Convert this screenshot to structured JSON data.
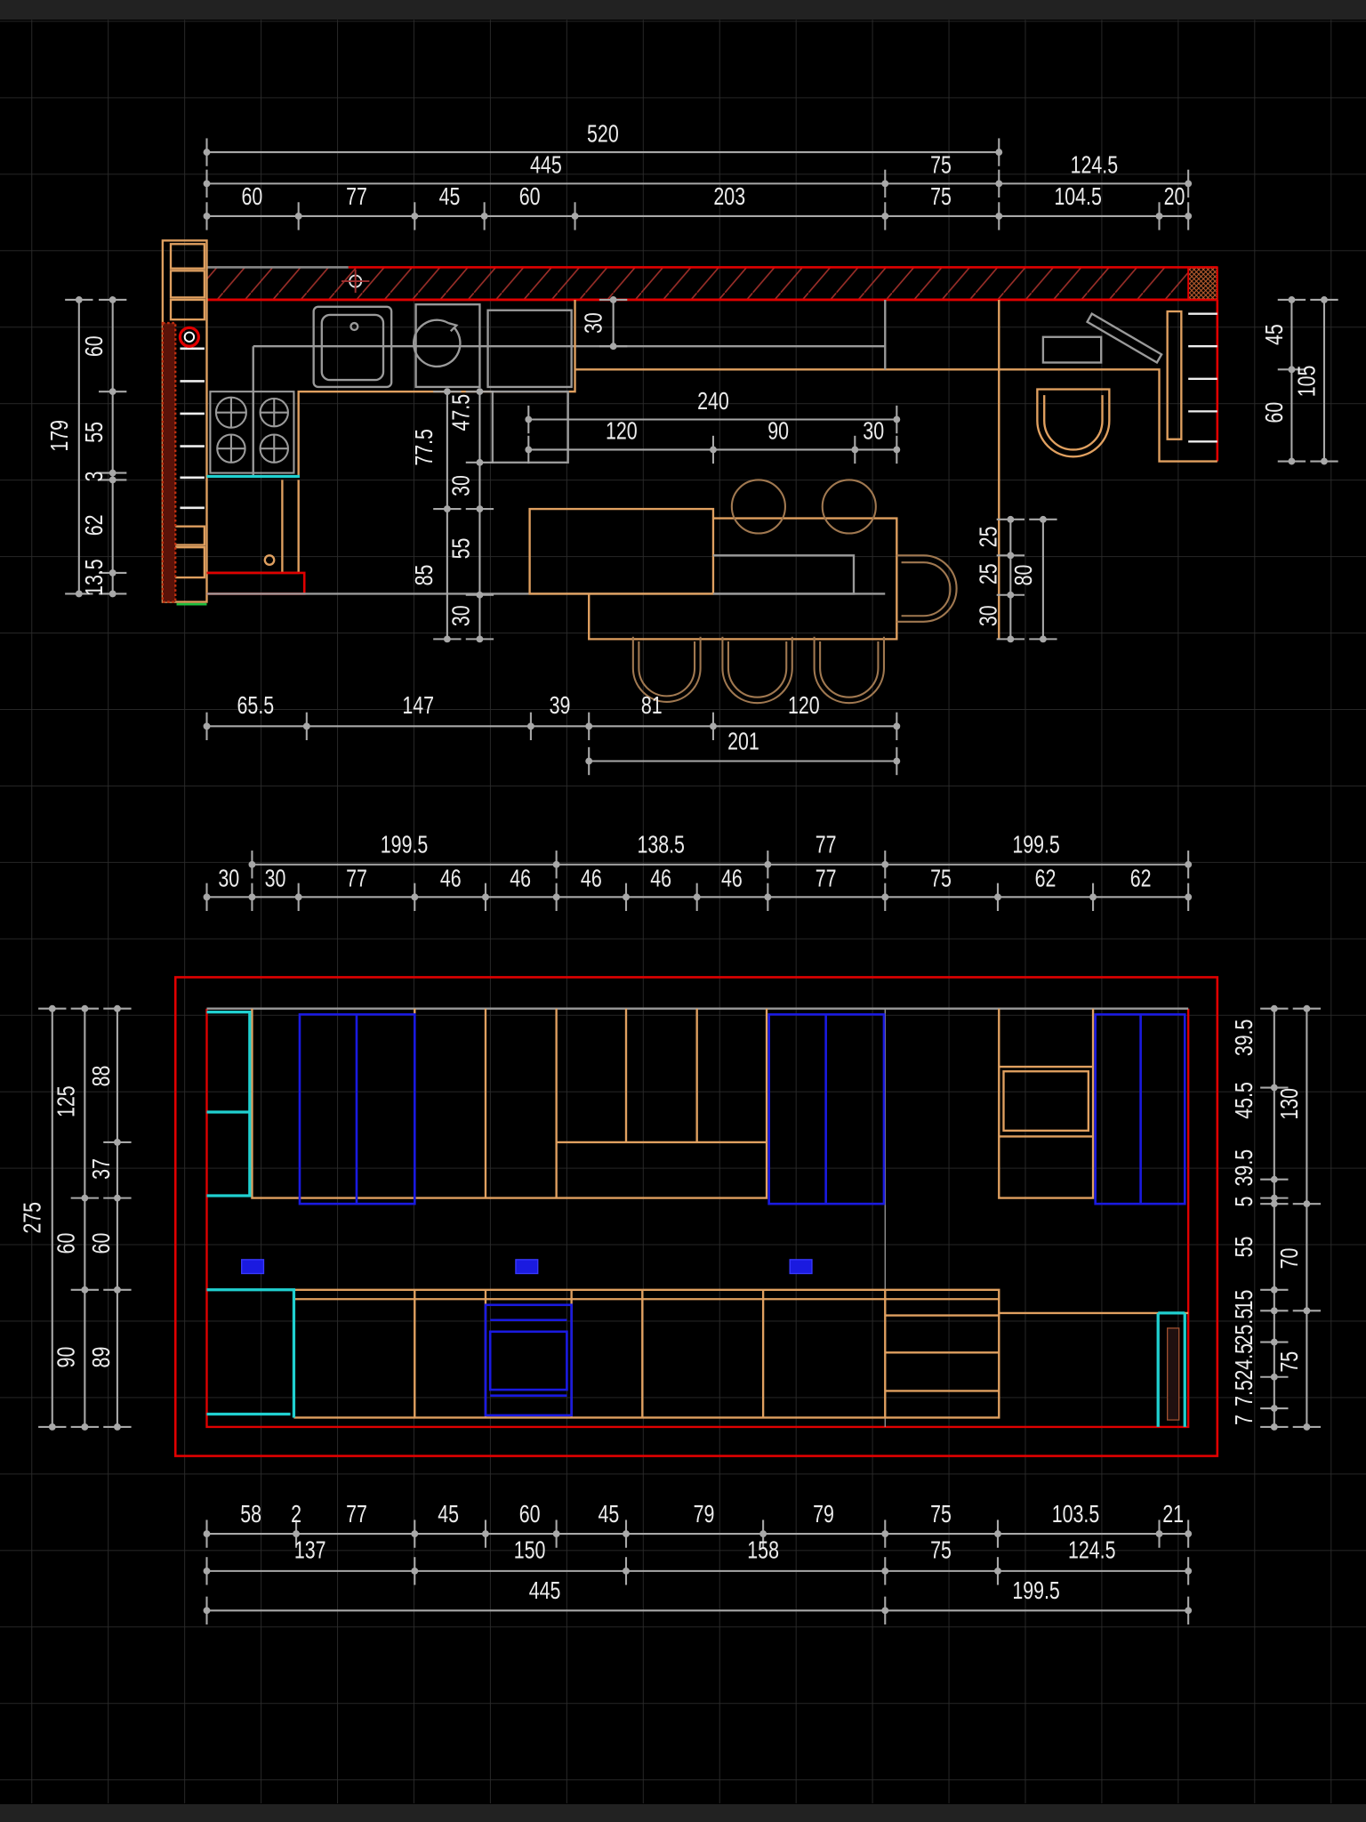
{
  "colors": {
    "background": "#000000",
    "grid": "#2b2b2b",
    "dimension": "#a8a8a8",
    "text": "#ececec",
    "cabinet": "#e0a060",
    "wall": "#e00000",
    "appliance": "#1a1ae0",
    "accent": "#20d0d0",
    "fixture": "#9a9a9a"
  },
  "plan": {
    "top_total": [
      "520"
    ],
    "top_mid": [
      "445",
      "75",
      "124.5"
    ],
    "top_detail": [
      "60",
      "77",
      "45",
      "60",
      "203",
      "75",
      "104.5",
      "20"
    ],
    "left_outer": [
      "179"
    ],
    "left_inner": [
      "60",
      "55",
      "3",
      "62",
      "13.5"
    ],
    "right_inner": [
      "45",
      "60"
    ],
    "right_outer": [
      "105"
    ],
    "wall_gap": [
      "30"
    ],
    "table_total": [
      "240"
    ],
    "table_detail": [
      "120",
      "90",
      "30"
    ],
    "aisle_outer": [
      "77.5",
      "85"
    ],
    "aisle_inner": [
      "47.5",
      "30",
      "55",
      "30"
    ],
    "chair_inner": [
      "25",
      "25",
      "30"
    ],
    "chair_outer": [
      "80"
    ],
    "bottom_detail": [
      "65.5",
      "147",
      "39",
      "81",
      "120"
    ],
    "bottom_total": [
      "201"
    ]
  },
  "elevation": {
    "top_mid": [
      "199.5",
      "138.5",
      "77",
      "199.5"
    ],
    "top_detail": [
      "30",
      "30",
      "77",
      "46",
      "46",
      "46",
      "46",
      "46",
      "77",
      "75",
      "62",
      "62"
    ],
    "left_total": [
      "275"
    ],
    "left_mid": [
      "125",
      "60",
      "90"
    ],
    "left_inner": [
      "88",
      "37",
      "60",
      "89"
    ],
    "right_inner": [
      "39.5",
      "45.5",
      "39.5",
      "5",
      "55",
      "15",
      "25.5",
      "24.5",
      "7.5",
      "7"
    ],
    "right_outer": [
      "130",
      "70",
      "75"
    ],
    "bottom_detail": [
      "58",
      "2",
      "77",
      "45",
      "60",
      "45",
      "79",
      "79",
      "75",
      "103.5",
      "21"
    ],
    "bottom_mid": [
      "137",
      "150",
      "158",
      "75",
      "124.5"
    ],
    "bottom_total": [
      "445",
      "199.5"
    ]
  }
}
